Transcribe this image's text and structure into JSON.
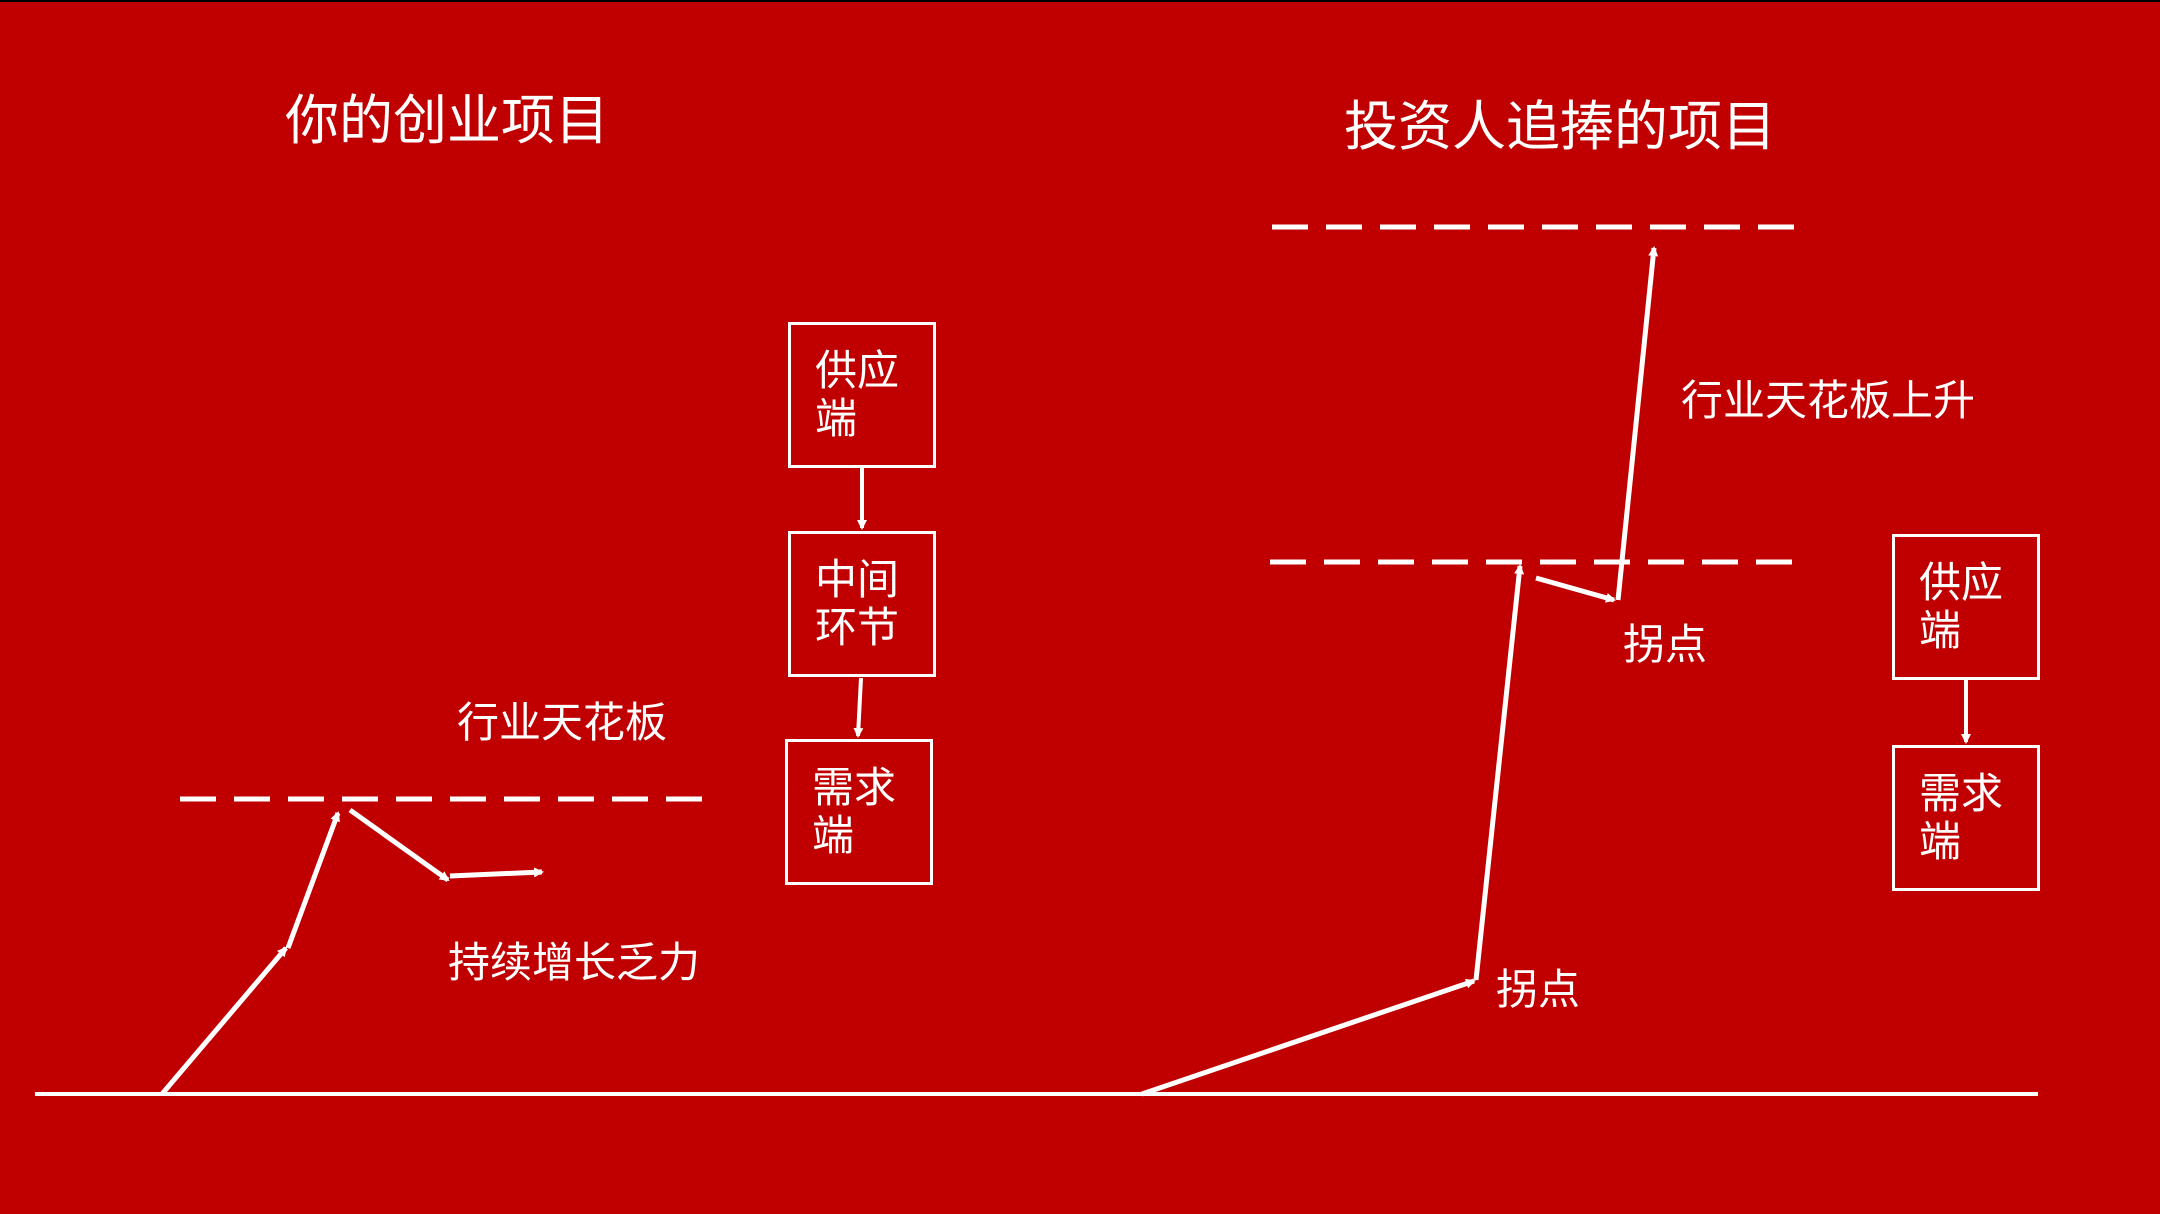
{
  "left_panel": {
    "title": "你的创业项目",
    "ceiling_label": "行业天花板",
    "growth_label": "持续增长乏力",
    "chain": [
      {
        "label": "供应端"
      },
      {
        "label": "中间环节"
      },
      {
        "label": "需求端"
      }
    ]
  },
  "right_panel": {
    "title": "投资人追捧的项目",
    "ceiling_rise_label": "行业天花板上升",
    "inflection_label_upper": "拐点",
    "inflection_label_lower": "拐点",
    "chain": [
      {
        "label": "供应端"
      },
      {
        "label": "需求端"
      }
    ]
  },
  "colors": {
    "background": "#c00000",
    "foreground": "#ffffff"
  }
}
